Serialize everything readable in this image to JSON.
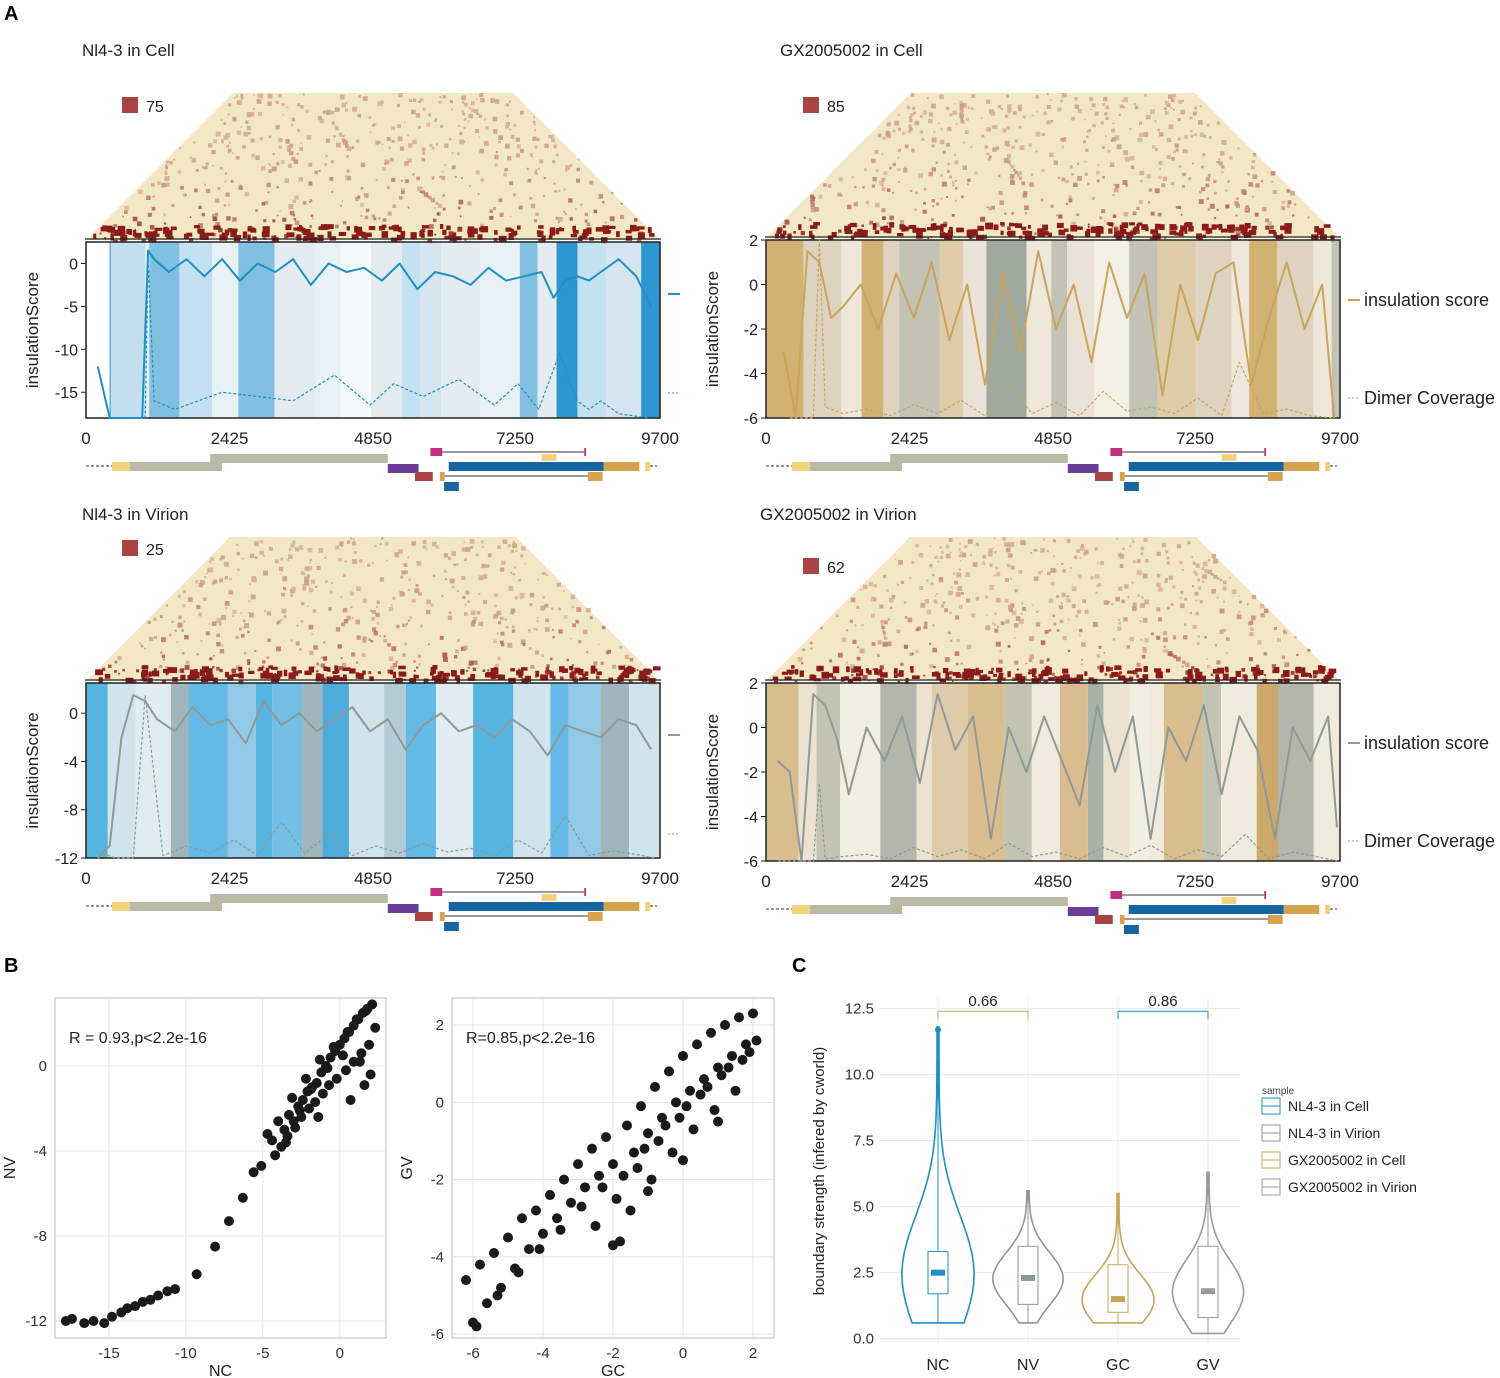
{
  "panel_letters": {
    "a": "A",
    "b": "B",
    "c": "C"
  },
  "colors": {
    "heat_low": "#f3e8c4",
    "heat_high": "#8b1a1a",
    "legend_square": "#a94442",
    "nl43_blue": "#1f8fc4",
    "gx_tan": "#c9a45a",
    "virion_grey": "#8d9a98",
    "gene_grey": "#b9b9a6",
    "gene_purple": "#6a3d9a",
    "gene_magenta": "#c0307f",
    "gene_red": "#a94442",
    "gene_blue": "#1665a0",
    "gene_orange": "#d6a24d",
    "gene_yellow": "#f2d27a"
  },
  "chart_data": [
    {
      "id": "nl43_cell",
      "type": "line",
      "title": "Nl4-3 in Cell",
      "heat_legend_value": "75",
      "ylabel": "insulationScore",
      "ylim": [
        -18,
        2.5
      ],
      "yticks": [
        "0",
        "-5",
        "-10",
        "-15"
      ],
      "ytick_values": [
        0,
        -5,
        -10,
        -15
      ],
      "xlim": [
        0,
        9700
      ],
      "xticks": [
        "0",
        "2425",
        "4850",
        "7250",
        "9700"
      ],
      "xtick_values": [
        0,
        2425,
        4850,
        7250,
        9700
      ],
      "legend": [],
      "series": [
        {
          "name": "",
          "x": [
            200,
            400,
            700,
            950,
            1050,
            1150,
            1400,
            1700,
            2000,
            2300,
            2600,
            2900,
            3200,
            3500,
            3800,
            4100,
            4400,
            4700,
            5000,
            5300,
            5600,
            5900,
            6200,
            6500,
            6800,
            7100,
            7400,
            7700,
            7900,
            8100,
            8300,
            8500,
            8700,
            9000,
            9300,
            9550
          ],
          "y": [
            -12,
            -18,
            -18,
            -18,
            1.5,
            0.5,
            -1,
            0.5,
            -1.5,
            0.5,
            -2,
            0,
            -1,
            0.5,
            -2.5,
            0,
            -1,
            -0.5,
            -2,
            0,
            -3,
            -1,
            -1.5,
            -2.5,
            -0.5,
            -2,
            -1.5,
            -1,
            -4,
            -2,
            -1.5,
            -2,
            -1,
            0.5,
            -1.5,
            -5
          ]
        },
        {
          "name": "",
          "x": [
            400,
            1000,
            1050,
            1150,
            1500,
            2300,
            2900,
            3500,
            4200,
            4800,
            5200,
            5700,
            6300,
            6900,
            7300,
            7650,
            8000,
            8300,
            8500,
            8700,
            9000,
            9500
          ],
          "y": [
            -18,
            -18,
            0.5,
            -16,
            -17,
            -15,
            -15.5,
            -16,
            -13,
            -16.5,
            -14,
            -15.5,
            -13.5,
            -16.5,
            -14,
            -17,
            -10.5,
            -16,
            -17,
            -16,
            -17.5,
            -18
          ]
        }
      ]
    },
    {
      "id": "gx_cell",
      "type": "line",
      "title": "GX2005002 in Cell",
      "heat_legend_value": "85",
      "ylabel": "insulationScore",
      "ylim": [
        -6,
        2
      ],
      "yticks": [
        "2",
        "0",
        "-2",
        "-4",
        "-6"
      ],
      "ytick_values": [
        2,
        0,
        -2,
        -4,
        -6
      ],
      "xlim": [
        0,
        9700
      ],
      "xticks": [
        "0",
        "2425",
        "4850",
        "7250",
        "9700"
      ],
      "xtick_values": [
        0,
        2425,
        4850,
        7250,
        9700
      ],
      "legend": [
        "insulation score",
        "Dimer Coverage"
      ],
      "series": [
        {
          "name": "insulation score",
          "x": [
            300,
            500,
            700,
            900,
            1100,
            1300,
            1600,
            1900,
            2200,
            2500,
            2800,
            3100,
            3400,
            3700,
            4000,
            4300,
            4600,
            4900,
            5200,
            5500,
            5800,
            6100,
            6400,
            6700,
            7000,
            7300,
            7600,
            7900,
            8200,
            8500,
            8800,
            9100,
            9400,
            9600
          ],
          "y": [
            -3,
            -6,
            1.5,
            1,
            -1.5,
            -1,
            0,
            -2,
            0.5,
            -1.5,
            1,
            -2.5,
            0,
            -4.5,
            0.5,
            -3,
            1.5,
            -2,
            0,
            -3.5,
            1,
            -1.5,
            0.5,
            -5,
            0,
            -2.5,
            0.5,
            1,
            -4.5,
            -1.5,
            1,
            -2,
            0,
            -6
          ]
        },
        {
          "name": "Dimer Coverage",
          "x": [
            400,
            800,
            900,
            1000,
            1300,
            1700,
            2100,
            2500,
            2900,
            3300,
            3700,
            4100,
            4500,
            4900,
            5300,
            5700,
            6100,
            6500,
            6900,
            7300,
            7700,
            8000,
            8400,
            8800,
            9200,
            9600
          ],
          "y": [
            -6,
            -6,
            2,
            -5.5,
            -5.8,
            -5.6,
            -5.9,
            -5.4,
            -5.8,
            -5.2,
            -5.9,
            -4.5,
            -5.8,
            -5.3,
            -5.9,
            -4.8,
            -5.7,
            -5.5,
            -5.8,
            -5.1,
            -5.9,
            -3.5,
            -5.8,
            -5.6,
            -5.9,
            -6
          ]
        }
      ]
    },
    {
      "id": "nl43_virion",
      "type": "line",
      "title": "Nl4-3 in Virion",
      "heat_legend_value": "25",
      "ylabel": "insulationScore",
      "ylim": [
        -12,
        2.5
      ],
      "yticks": [
        "0",
        "-4",
        "-8",
        "-12"
      ],
      "ytick_values": [
        0,
        -4,
        -8,
        -12
      ],
      "xlim": [
        0,
        9700
      ],
      "xticks": [
        "0",
        "2425",
        "4850",
        "7250",
        "9700"
      ],
      "xtick_values": [
        0,
        2425,
        4850,
        7250,
        9700
      ],
      "legend": [],
      "series": [
        {
          "name": "",
          "x": [
            200,
            400,
            600,
            800,
            1000,
            1200,
            1500,
            1800,
            2100,
            2400,
            2700,
            3000,
            3300,
            3600,
            3900,
            4200,
            4500,
            4800,
            5100,
            5400,
            5700,
            6000,
            6300,
            6600,
            6900,
            7200,
            7500,
            7800,
            8100,
            8400,
            8700,
            9000,
            9300,
            9550
          ],
          "y": [
            -12,
            -11,
            -2,
            1.5,
            1,
            -0.5,
            -1.5,
            0.5,
            -1,
            -0.5,
            -2.5,
            1,
            -1,
            0,
            -1.5,
            -0.5,
            0.5,
            -1.5,
            -0.5,
            -3,
            -1,
            0,
            -1.5,
            -1,
            -2,
            -0.5,
            -1.5,
            -3.5,
            -1,
            -1.5,
            -2,
            -0.5,
            -1,
            -3
          ]
        },
        {
          "name": "",
          "x": [
            200,
            500,
            800,
            1000,
            1300,
            1700,
            2100,
            2500,
            2900,
            3300,
            3700,
            4100,
            4500,
            4900,
            5300,
            5700,
            6100,
            6500,
            6900,
            7300,
            7700,
            8100,
            8500,
            8900,
            9300,
            9600
          ],
          "y": [
            -11.5,
            -12,
            -12,
            1.5,
            -11.8,
            -11,
            -11.6,
            -10.5,
            -11.8,
            -9,
            -11.6,
            -10,
            -11.8,
            -11,
            -11.6,
            -10.8,
            -11.5,
            -11.2,
            -11.8,
            -10.5,
            -11.6,
            -8.5,
            -11.8,
            -11.4,
            -11.7,
            -12
          ]
        }
      ]
    },
    {
      "id": "gx_virion",
      "type": "line",
      "title": "GX2005002 in Virion",
      "heat_legend_value": "62",
      "ylabel": "insulationScore",
      "ylim": [
        -6,
        2
      ],
      "yticks": [
        "2",
        "0",
        "-2",
        "-4",
        "-6"
      ],
      "ytick_values": [
        2,
        0,
        -2,
        -4,
        -6
      ],
      "xlim": [
        0,
        9700
      ],
      "xticks": [
        "0",
        "2425",
        "4850",
        "7250",
        "9700"
      ],
      "xtick_values": [
        0,
        2425,
        4850,
        7250,
        9700
      ],
      "legend": [
        "insulation score",
        "Dimer Coverage"
      ],
      "series": [
        {
          "name": "insulation score",
          "x": [
            200,
            400,
            600,
            800,
            1000,
            1200,
            1400,
            1700,
            2000,
            2300,
            2600,
            2900,
            3200,
            3500,
            3800,
            4100,
            4400,
            4700,
            5000,
            5300,
            5600,
            5900,
            6200,
            6500,
            6800,
            7100,
            7400,
            7700,
            8000,
            8300,
            8600,
            8900,
            9200,
            9500,
            9650
          ],
          "y": [
            -1.5,
            -2,
            -6,
            1.5,
            1,
            -0.5,
            -3,
            0,
            -1.5,
            0.5,
            -2.5,
            1.5,
            -1,
            0.5,
            -5,
            0,
            -2,
            0.5,
            -1.5,
            -3.5,
            1,
            -2,
            0.5,
            -5,
            0,
            -1.5,
            1,
            -3,
            0.5,
            -1,
            -5,
            0,
            -1.5,
            0.5,
            -4.5
          ]
        },
        {
          "name": "Dimer Coverage",
          "x": [
            200,
            500,
            800,
            900,
            1000,
            1300,
            1700,
            2100,
            2500,
            2900,
            3300,
            3700,
            4100,
            4500,
            4900,
            5300,
            5700,
            6100,
            6500,
            6900,
            7300,
            7700,
            8100,
            8500,
            8900,
            9300,
            9650
          ],
          "y": [
            -6,
            -6,
            -6,
            -2.5,
            -5.9,
            -5.8,
            -5.7,
            -5.9,
            -5.4,
            -5.8,
            -5.5,
            -5.9,
            -5.2,
            -5.8,
            -5.6,
            -5.9,
            -5.4,
            -5.8,
            -5.3,
            -5.9,
            -5.5,
            -5.8,
            -4.8,
            -5.9,
            -5.6,
            -5.8,
            -6
          ]
        }
      ]
    },
    {
      "id": "scatter_nc_nv",
      "type": "scatter",
      "title": "",
      "annotation": "R = 0.93,p<2.2e-16",
      "xlabel": "NC",
      "ylabel": "NV",
      "xlim": [
        -18.5,
        3
      ],
      "ylim": [
        -12.8,
        3.2
      ],
      "xticks": [
        "-15",
        "-10",
        "-5",
        "0"
      ],
      "xtick_values": [
        -15,
        -10,
        -5,
        0
      ],
      "yticks": [
        "0",
        "-4",
        "-8",
        "-12"
      ],
      "ytick_values": [
        0,
        -4,
        -8,
        -12
      ],
      "grid": true,
      "x": [
        -17.8,
        -17.4,
        -16.6,
        -16.0,
        -15.3,
        -14.8,
        -14.2,
        -13.8,
        -13.3,
        -12.8,
        -12.3,
        -11.8,
        -11.2,
        -10.7,
        -9.3,
        -8.1,
        -7.2,
        -6.3,
        -5.6,
        -5.1,
        -4.7,
        -4.4,
        -4.0,
        -3.6,
        -3.3,
        -3.0,
        -2.7,
        -2.4,
        -2.1,
        -1.8,
        -1.5,
        -1.2,
        -0.9,
        -0.6,
        -0.3,
        0.0,
        0.3,
        0.6,
        0.9,
        1.2,
        1.5,
        1.8,
        2.1,
        -4.2,
        -3.8,
        -3.4,
        -2.9,
        -2.5,
        -2.0,
        -1.6,
        -1.1,
        -0.7,
        -0.2,
        0.4,
        0.9,
        1.4,
        1.9,
        -3.1,
        -2.2,
        -1.3,
        -0.4,
        0.5,
        1.1,
        1.7,
        2.3,
        -2.6,
        -1.9,
        -0.8,
        0.2,
        1.3,
        2.0,
        -3.5,
        -1.4,
        0.7,
        1.6
      ],
      "y": [
        -12.0,
        -11.9,
        -12.1,
        -12.0,
        -12.1,
        -11.8,
        -11.6,
        -11.4,
        -11.3,
        -11.1,
        -11.0,
        -10.8,
        -10.6,
        -10.5,
        -9.8,
        -8.5,
        -7.3,
        -6.2,
        -5.0,
        -4.7,
        -3.2,
        -3.5,
        -2.6,
        -3.0,
        -2.3,
        -2.6,
        -1.9,
        -1.6,
        -1.2,
        -1.0,
        -0.8,
        -0.3,
        0.0,
        0.4,
        0.7,
        1.0,
        1.3,
        1.6,
        1.9,
        2.2,
        2.5,
        2.7,
        2.9,
        -4.2,
        -3.8,
        -3.3,
        -2.9,
        -2.4,
        -2.0,
        -1.7,
        -1.3,
        -0.9,
        -0.6,
        -0.2,
        0.2,
        0.6,
        1.0,
        -1.5,
        -0.6,
        0.3,
        0.9,
        1.6,
        2.2,
        2.6,
        1.8,
        -2.1,
        -1.1,
        -0.1,
        0.5,
        0.2,
        -0.4,
        -3.6,
        -2.4,
        -1.6,
        -0.9
      ]
    },
    {
      "id": "scatter_gc_gv",
      "type": "scatter",
      "title": "",
      "annotation": "R=0.85,p<2.2e-16",
      "xlabel": "GC",
      "ylabel": "GV",
      "xlim": [
        -6.6,
        2.6
      ],
      "ylim": [
        -6.1,
        2.7
      ],
      "xticks": [
        "-6",
        "-4",
        "-2",
        "0",
        "2"
      ],
      "xtick_values": [
        -6,
        -4,
        -2,
        0,
        2
      ],
      "yticks": [
        "2",
        "0",
        "-2",
        "-4",
        "-6"
      ],
      "ytick_values": [
        2,
        0,
        -2,
        -4,
        -6
      ],
      "grid": true,
      "x": [
        -6.2,
        -6.0,
        -5.8,
        -5.6,
        -5.4,
        -5.2,
        -5.0,
        -4.8,
        -4.6,
        -4.4,
        -4.2,
        -4.0,
        -3.8,
        -3.6,
        -3.4,
        -3.2,
        -3.0,
        -2.8,
        -2.6,
        -2.4,
        -2.2,
        -2.0,
        -1.8,
        -1.6,
        -1.4,
        -1.2,
        -1.0,
        -0.8,
        -0.6,
        -0.4,
        -0.2,
        0.0,
        0.2,
        0.4,
        0.6,
        0.8,
        1.0,
        1.2,
        1.4,
        1.6,
        1.8,
        2.0,
        2.1,
        -5.9,
        -5.3,
        -4.7,
        -4.1,
        -3.5,
        -2.9,
        -2.3,
        -1.7,
        -1.1,
        -0.5,
        0.1,
        0.7,
        1.3,
        1.9,
        -2.5,
        -1.9,
        -1.3,
        -0.7,
        -0.1,
        0.5,
        1.1,
        1.7,
        -1.5,
        -0.9,
        -0.3,
        0.3,
        0.9,
        1.5,
        -2.0,
        -1.0,
        0.0,
        1.0
      ],
      "y": [
        -4.6,
        -5.7,
        -4.2,
        -5.2,
        -3.9,
        -4.8,
        -3.5,
        -4.3,
        -3.0,
        -3.8,
        -2.8,
        -3.4,
        -2.4,
        -3.0,
        -2.0,
        -2.6,
        -1.6,
        -2.2,
        -1.2,
        -1.9,
        -0.9,
        -1.6,
        -3.6,
        -0.6,
        -1.3,
        -0.1,
        -0.8,
        0.4,
        -0.4,
        0.8,
        0.0,
        1.2,
        0.3,
        1.5,
        0.6,
        1.8,
        0.9,
        2.0,
        1.2,
        2.2,
        1.5,
        2.3,
        1.6,
        -5.8,
        -5.0,
        -4.4,
        -3.8,
        -3.3,
        -2.7,
        -2.2,
        -1.9,
        -1.2,
        -0.6,
        -0.1,
        0.4,
        0.9,
        1.3,
        -3.2,
        -2.5,
        -1.7,
        -1.0,
        -0.4,
        0.2,
        0.7,
        1.1,
        -2.8,
        -2.0,
        -1.3,
        -0.7,
        -0.2,
        0.3,
        -3.7,
        -2.3,
        -1.5,
        -0.5
      ]
    },
    {
      "id": "violin_boundary",
      "type": "violin",
      "title": "",
      "xlabel": "",
      "ylabel": "boundary strength (infered by cworld)",
      "ylim": [
        -0.2,
        12.9
      ],
      "yticks": [
        "0.0",
        "2.5",
        "5.0",
        "7.5",
        "10.0",
        "12.5"
      ],
      "ytick_values": [
        0,
        2.5,
        5,
        7.5,
        10,
        12.5
      ],
      "categories": [
        "NC",
        "NV",
        "GC",
        "GV"
      ],
      "legend_title": "sample",
      "legend": [
        "NL4-3 in Cell",
        "NL4-3 in Virion",
        "GX2005002 in Cell",
        "GX2005002 in Virion"
      ],
      "series": [
        {
          "name": "NL4-3 in Cell",
          "category": "NC",
          "min": 0.6,
          "q1": 1.7,
          "median": 2.5,
          "q3": 3.3,
          "max": 11.8,
          "outlier": 11.7
        },
        {
          "name": "NL4-3 in Virion",
          "category": "NV",
          "min": 0.6,
          "q1": 1.3,
          "median": 2.3,
          "q3": 3.5,
          "max": 5.6
        },
        {
          "name": "GX2005002 in Cell",
          "category": "GC",
          "min": 0.6,
          "q1": 1.0,
          "median": 1.5,
          "q3": 2.8,
          "max": 5.5
        },
        {
          "name": "GX2005002 in Virion",
          "category": "GV",
          "min": 0.2,
          "q1": 0.8,
          "median": 1.8,
          "q3": 3.5,
          "max": 6.3
        }
      ],
      "comparisons": [
        {
          "pair": [
            "NC",
            "NV"
          ],
          "label": "0.66",
          "y": 12.4
        },
        {
          "pair": [
            "GC",
            "GV"
          ],
          "label": "0.86",
          "y": 12.4
        }
      ]
    }
  ]
}
